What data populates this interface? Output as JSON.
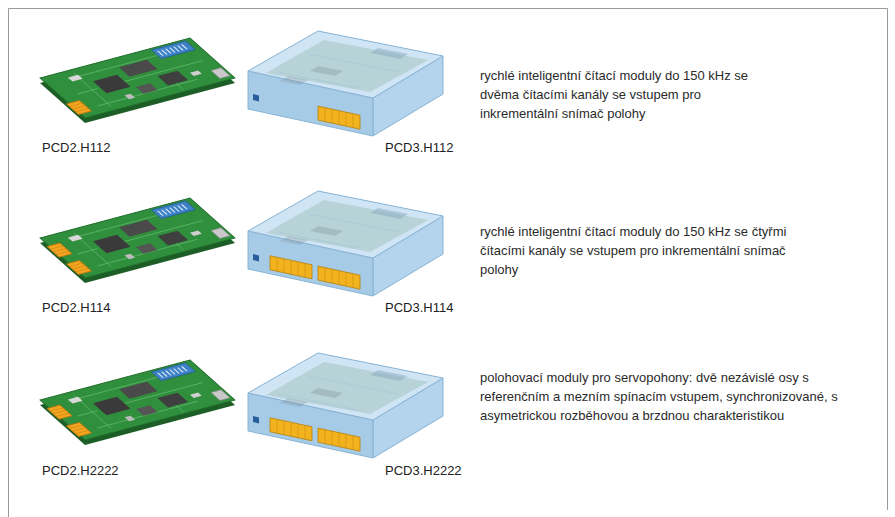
{
  "diagram": {
    "labels": [
      "PCD2.H112",
      "PCD3.H112",
      "rychlé inteligentní čítací moduly do 150 kHz se dvěma čítacími kanály se vstupem pro inkrementální snímač polohy",
      "PCD2.H114",
      "PCD3.H114",
      "rychlé inteligentní čítací moduly do 150 kHz se čtyřmi čítacími kanály se vstupem pro inkrementální snímač polohy",
      "PCD2.H2222",
      "PCD3.H2222",
      "polohovací moduly pro servopohony: dvě nezávislé osy s referenčním a mezním spínacím vstupem, synchronizované, s asymetrickou rozběhovou a brzdnou charakteristikou"
    ]
  }
}
